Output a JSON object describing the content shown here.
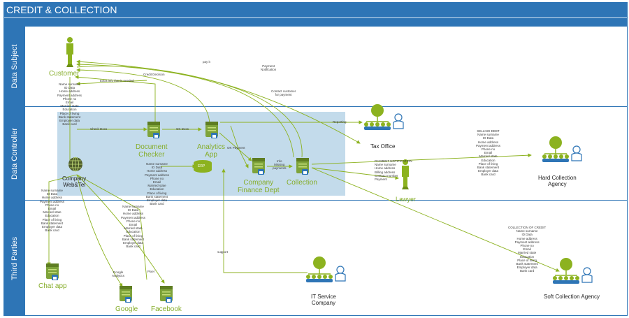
{
  "title": "CREDIT & COLLECTION",
  "lanes": [
    "Data Subject",
    "Data Controller",
    "Third Parties"
  ],
  "nodes": {
    "customer": "Customer",
    "document_checker": "Document\nChecker",
    "analytics_app": "Analytics\nApp",
    "company_web": "Company\nWeb&Tel",
    "company_finance": "Company\nFinance Dept",
    "collection": "Collection",
    "tax_office": "Tax Office",
    "lawyer": "Lawyer",
    "hard_collection": "Hard Collection\nAgency",
    "soft_collection": "Soft Collection Agency",
    "it_service": "IT Service\nCompany",
    "chat_app": "Chat app",
    "google": "Google",
    "facebook": "Facebook",
    "erp": "ERP"
  },
  "edge_labels": {
    "pay_it": "pay it",
    "credit_decision": "Credit Decision",
    "extra_info": "Extra info that is needed",
    "payment_notification": "Payment\nNotification",
    "contact_customer": "Contact customer\nfor payment",
    "check_docs": "Check Docs",
    "ok_docs": "OK Docs",
    "reporting": "Reporting",
    "ok_payment": "OK Payment",
    "info_missing": "Info\nMissing\npayments",
    "support": "support",
    "google_analytics": "Google\nAnalytics",
    "pixel": "Pixel"
  },
  "data_blocks": {
    "customer_data": "Name surname\nID Data\nHome address\nPayment address\nPhone no\nEmail\nMarried state\nEducation\nPlace of living\nBank statement\nEmployer data\nBank card",
    "checker_data": "Name surname\nID Data\nHome address\nPayment address\nPhone no\nEmail\nMarried state\nEducation\nPlace of living\nBank statement\nEmployer data\nBank card",
    "web_data": "Name surname\nID Data\nHome address\nPayment address\nPhone no\nEmail\nMarried state\nEducation\nPlace of living\nBank statement\nEmployer data\nBank card",
    "chat_data": "Name surname\nID Data\nHome address\nPayment address\nPhone no\nEmail\nMarried state\nEducation\nPlace of living\nBank statement\nEmployer data\nBank card",
    "lawyer_data": "PAYMENT NOTIFICATION\nName surname\nHome address\nBilling address\nContract number\nPayment",
    "selling_debt": "SELLING DEBT\nName surname\nID Data\nHome address\nPayment address\nPhone no\nEmail\nMarried state\nEducation\nPlace of living\nBank statement\nEmployer data\nBank card",
    "collection_credit": "COLLECTION OF CREDIT\nName surname\nID Data\nHome address\nPayment address\nPhone no\nEmail\nMarried state\nEducation\nPlace of living\nBank statement\nEmployer data\nBank card"
  },
  "colors": {
    "header": "#2e75b6",
    "accent": "#8cb21f",
    "highlight": "#b9d5e8",
    "group": "#2e75b6"
  }
}
